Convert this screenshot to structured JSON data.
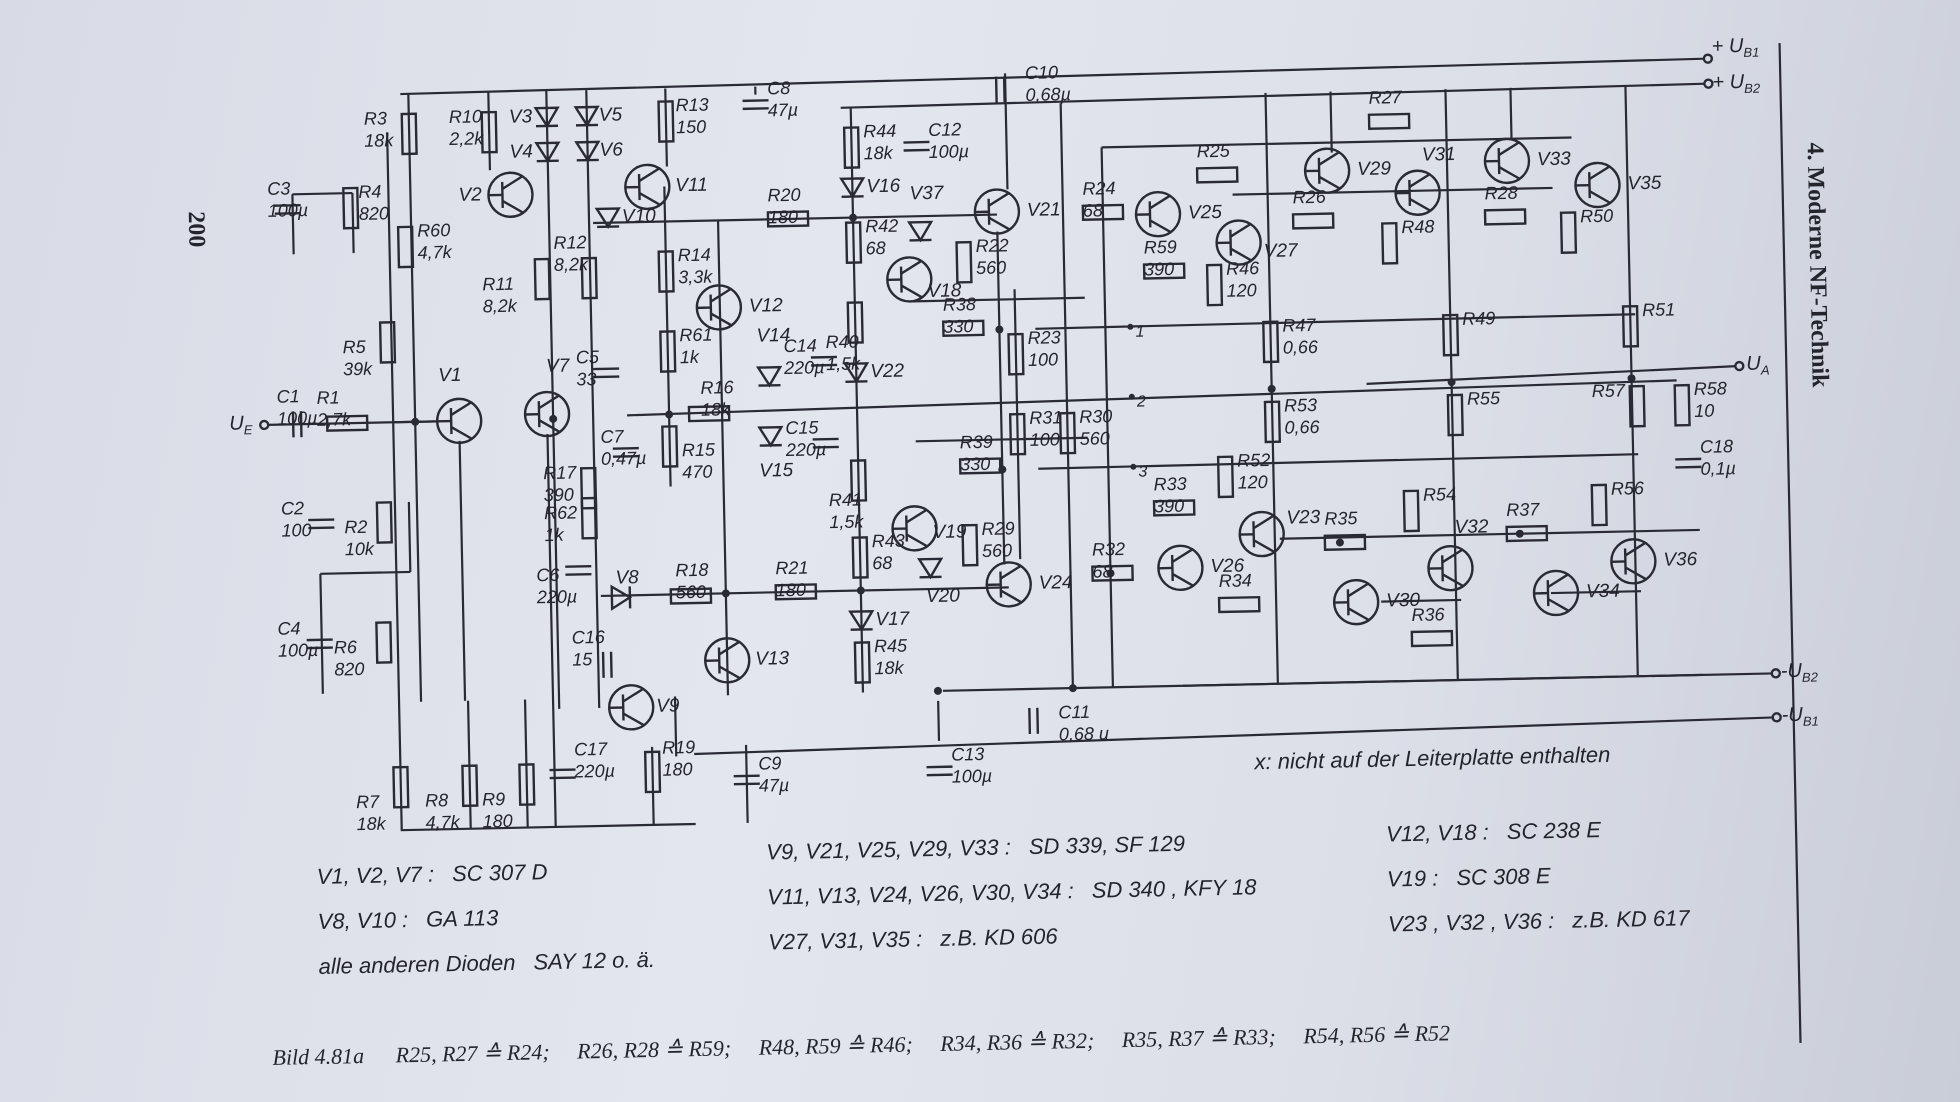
{
  "page_number": "200",
  "side_heading": "4. Moderne NF-Technik",
  "rails": {
    "ub1": "+ U",
    "ub1_sub": "B1",
    "ub2": "+ U",
    "ub2_sub": "B2",
    "nub1": "-U",
    "nub1_sub": "B1",
    "nub2": "-U",
    "nub2_sub": "B2",
    "ua": "U",
    "ua_sub": "A",
    "ue": "U",
    "ue_sub": "E"
  },
  "resistors": [
    {
      "n": "R1",
      "v": "2,7k"
    },
    {
      "n": "R2",
      "v": "10k"
    },
    {
      "n": "R3",
      "v": "18k"
    },
    {
      "n": "R4",
      "v": "820"
    },
    {
      "n": "R5",
      "v": "39k"
    },
    {
      "n": "R6",
      "v": "820"
    },
    {
      "n": "R7",
      "v": "18k"
    },
    {
      "n": "R8",
      "v": "4,7k"
    },
    {
      "n": "R9",
      "v": "180"
    },
    {
      "n": "R10",
      "v": "2,2k"
    },
    {
      "n": "R11",
      "v": "8,2k"
    },
    {
      "n": "R12",
      "v": "8,2k"
    },
    {
      "n": "R13",
      "v": "150"
    },
    {
      "n": "R14",
      "v": "3,3k"
    },
    {
      "n": "R15",
      "v": "470"
    },
    {
      "n": "R16",
      "v": "18k"
    },
    {
      "n": "R17",
      "v": "390"
    },
    {
      "n": "R18",
      "v": "560"
    },
    {
      "n": "R19",
      "v": "180"
    },
    {
      "n": "R20",
      "v": "180"
    },
    {
      "n": "R21",
      "v": "180"
    },
    {
      "n": "R22",
      "v": "560"
    },
    {
      "n": "R23",
      "v": "100"
    },
    {
      "n": "R24",
      "v": "68"
    },
    {
      "n": "R25",
      "v": ""
    },
    {
      "n": "R26",
      "v": ""
    },
    {
      "n": "R27",
      "v": ""
    },
    {
      "n": "R28",
      "v": ""
    },
    {
      "n": "R29",
      "v": "560"
    },
    {
      "n": "R30",
      "v": "560"
    },
    {
      "n": "R31",
      "v": "100"
    },
    {
      "n": "R32",
      "v": "68"
    },
    {
      "n": "R33",
      "v": "390"
    },
    {
      "n": "R34",
      "v": ""
    },
    {
      "n": "R35",
      "v": ""
    },
    {
      "n": "R36",
      "v": ""
    },
    {
      "n": "R37",
      "v": ""
    },
    {
      "n": "R38",
      "v": "330"
    },
    {
      "n": "R39",
      "v": "330"
    },
    {
      "n": "R40",
      "v": "1,5k"
    },
    {
      "n": "R41",
      "v": "1,5k"
    },
    {
      "n": "R42",
      "v": "68"
    },
    {
      "n": "R43",
      "v": "68"
    },
    {
      "n": "R44",
      "v": "18k"
    },
    {
      "n": "R45",
      "v": "18k"
    },
    {
      "n": "R46",
      "v": "120"
    },
    {
      "n": "R47",
      "v": "0,66"
    },
    {
      "n": "R48",
      "v": ""
    },
    {
      "n": "R49",
      "v": ""
    },
    {
      "n": "R50",
      "v": ""
    },
    {
      "n": "R51",
      "v": ""
    },
    {
      "n": "R52",
      "v": "120"
    },
    {
      "n": "R53",
      "v": "0,66"
    },
    {
      "n": "R54",
      "v": ""
    },
    {
      "n": "R55",
      "v": ""
    },
    {
      "n": "R56",
      "v": ""
    },
    {
      "n": "R57",
      "v": ""
    },
    {
      "n": "R58",
      "v": "10"
    },
    {
      "n": "R59",
      "v": "390"
    },
    {
      "n": "R60",
      "v": "4,7k"
    },
    {
      "n": "R61",
      "v": "1k"
    },
    {
      "n": "R62",
      "v": "1k"
    }
  ],
  "capacitors": [
    {
      "n": "C1",
      "v": "100µ"
    },
    {
      "n": "C2",
      "v": "100"
    },
    {
      "n": "C3",
      "v": "100µ"
    },
    {
      "n": "C4",
      "v": "100µ"
    },
    {
      "n": "C5",
      "v": "33"
    },
    {
      "n": "C6",
      "v": "220µ"
    },
    {
      "n": "C7",
      "v": "0,47µ"
    },
    {
      "n": "C8",
      "v": "47µ"
    },
    {
      "n": "C9",
      "v": "47µ"
    },
    {
      "n": "C10",
      "v": "0,68µ"
    },
    {
      "n": "C11",
      "v": "0,68 u"
    },
    {
      "n": "C12",
      "v": "100µ"
    },
    {
      "n": "C13",
      "v": "100µ"
    },
    {
      "n": "C14",
      "v": "220µ"
    },
    {
      "n": "C15",
      "v": "220µ"
    },
    {
      "n": "C16",
      "v": "15"
    },
    {
      "n": "C17",
      "v": "220µ"
    },
    {
      "n": "C18",
      "v": "0,1µ"
    }
  ],
  "transistor_labels": [
    "V1",
    "V2",
    "V7",
    "V9",
    "V11",
    "V12",
    "V13",
    "V18",
    "V19",
    "V21",
    "V24",
    "V25",
    "V26",
    "V27",
    "V29",
    "V30",
    "V31",
    "V32",
    "V33",
    "V34",
    "V35",
    "V36",
    "V23"
  ],
  "diode_labels": [
    "V3",
    "V4",
    "V5",
    "V6",
    "V8",
    "V10",
    "V14",
    "V15",
    "V16",
    "V17",
    "V20",
    "V22",
    "V37"
  ],
  "node_marks": [
    "1",
    "2",
    "3"
  ],
  "note": "x: nicht auf der Leiterplatte enthalten",
  "legend": [
    {
      "devices": "V1, V2, V7 :",
      "types": "SC 307 D"
    },
    {
      "devices": "V8, V10   :",
      "types": "GA 113"
    },
    {
      "devices": "alle anderen Dioden",
      "types": "SAY 12  o. ä."
    },
    {
      "devices": "V9, V21, V25, V29, V33 :",
      "types": "SD 339,  SF 129"
    },
    {
      "devices": "V11, V13, V24, V26, V30, V34 :",
      "types": "SD 340 ,  KFY 18"
    },
    {
      "devices": "V27, V31, V35 :",
      "types": "z.B.  KD 606"
    },
    {
      "devices": "V12, V18 :",
      "types": "SC 238 E"
    },
    {
      "devices": "V19 :",
      "types": "SC 308 E"
    },
    {
      "devices": "V23 , V32 , V36 :",
      "types": "z.B.  KD 617"
    }
  ],
  "caption": {
    "figure": "Bild 4.81a",
    "equivalences": [
      "R25, R27 ≙ R24;",
      "R26, R28 ≙ R59;",
      "R48, R59 ≙ R46;",
      "R34, R36 ≙ R32;",
      "R35, R37 ≙ R33;",
      "R54, R56 ≙ R52"
    ]
  },
  "colors": {
    "paper": "#dfe2eb",
    "ink": "#24242c",
    "background": "#5a5f68"
  }
}
